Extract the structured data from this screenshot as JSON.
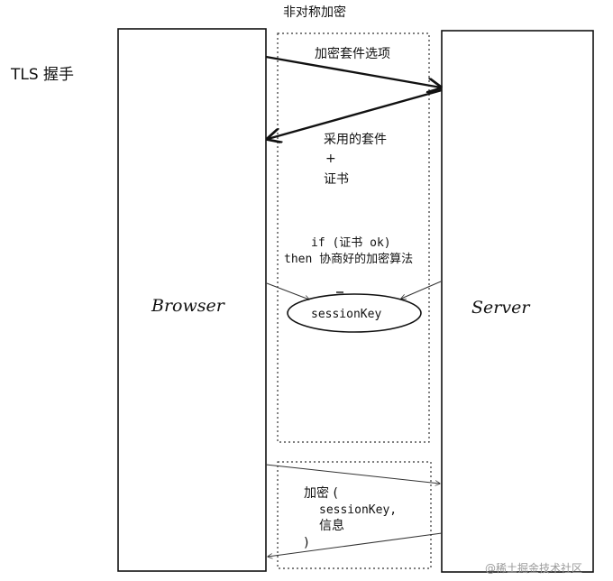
{
  "title": "TLS  握手",
  "top_label": "非对称加密",
  "browser_label": "Browser",
  "server_label": "Server",
  "session_key_label": "sessionKey",
  "messages": {
    "cipher_suites": "加密套件选项",
    "chosen_suite_line1": "采用的套件",
    "chosen_suite_line2": "+",
    "chosen_suite_line3": "证书",
    "if_line": "if (证书 ok)",
    "then_line": "then 协商好的加密算法",
    "encrypt_line1": "加密 (",
    "encrypt_line2": "sessionKey,",
    "encrypt_line3": "信息",
    "encrypt_line4": ")"
  },
  "watermark": "@稀土掘金技术社区"
}
